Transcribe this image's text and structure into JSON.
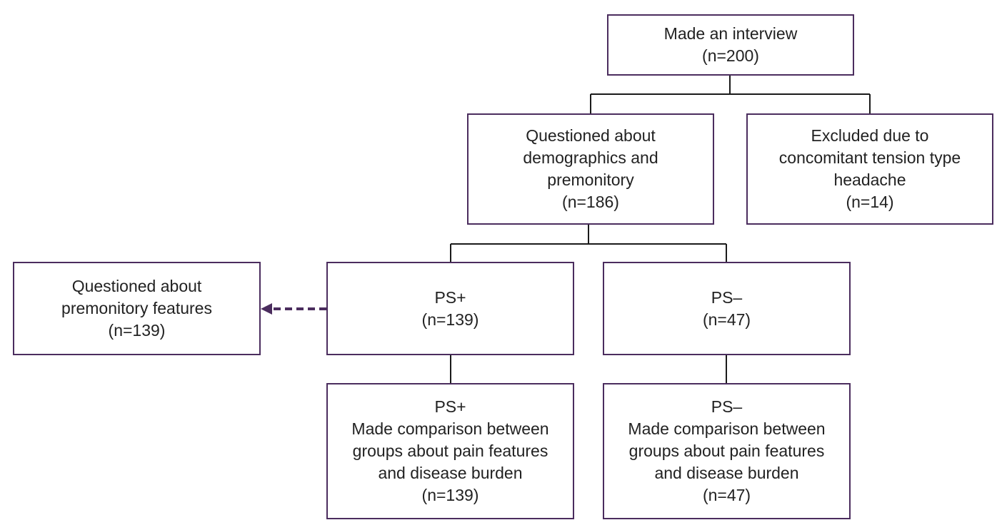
{
  "colors": {
    "box_border": "#4b2d5e",
    "connector": "#1a1a1a",
    "arrow": "#4b2d5e",
    "text": "#222222"
  },
  "nodes": {
    "interview": {
      "line1": "Made an interview",
      "count": "(n=200)"
    },
    "questioned": {
      "line1": "Questioned about",
      "line2": "demographics and",
      "line3": "premonitory",
      "count": "(n=186)"
    },
    "excluded": {
      "line1": "Excluded due to",
      "line2": "concomitant tension type",
      "line3": "headache",
      "count": "(n=14)"
    },
    "features": {
      "line1": "Questioned about",
      "line2": "premonitory features",
      "count": "(n=139)"
    },
    "ps_plus": {
      "label": "PS+",
      "count": "(n=139)"
    },
    "ps_minus": {
      "label": "PS–",
      "count": "(n=47)"
    },
    "ps_plus_comparison": {
      "label": "PS+",
      "line1": "Made comparison between",
      "line2": "groups about pain features",
      "line3": "and disease burden",
      "count": "(n=139)"
    },
    "ps_minus_comparison": {
      "label": "PS–",
      "line1": "Made comparison between",
      "line2": "groups about pain features",
      "line3": "and disease burden",
      "count": "(n=47)"
    }
  }
}
